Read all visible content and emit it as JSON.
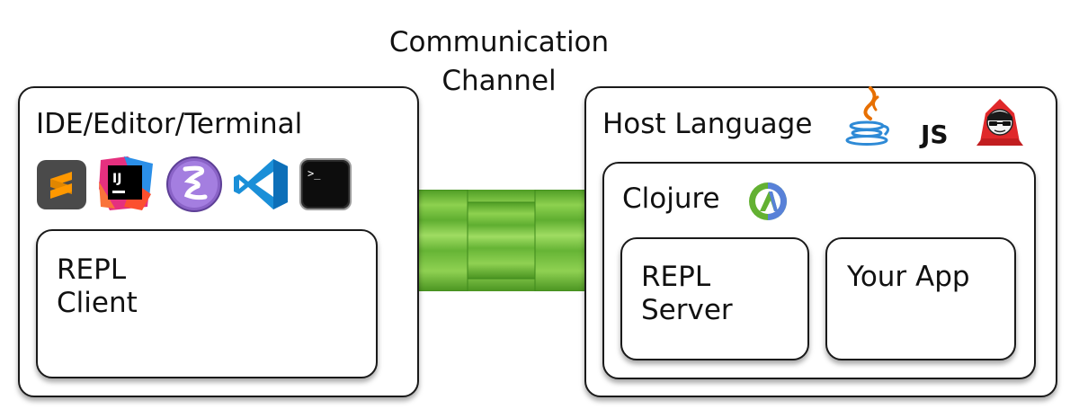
{
  "channel": {
    "line1": "Communication",
    "line2": "Channel"
  },
  "left": {
    "title": "IDE/Editor/Terminal",
    "repl_client": {
      "line1": "REPL",
      "line2": "Client"
    },
    "icons": [
      "sublime-text-icon",
      "intellij-icon",
      "emacs-icon",
      "vscode-icon",
      "terminal-icon"
    ],
    "intellij_text": "IJ",
    "terminal_text": ">_"
  },
  "right": {
    "title": "Host Language",
    "js_label": "JS",
    "icons": [
      "java-icon",
      "js-icon",
      "clojurescript-icon"
    ],
    "clojure": {
      "title": "Clojure",
      "repl_server": {
        "line1": "REPL",
        "line2": "Server"
      },
      "app": "Your App"
    }
  },
  "colors": {
    "pipe_green": "#7cc542",
    "pipe_light": "#9ad65b",
    "pipe_dark": "#4e9a24",
    "border": "#1a1a1a"
  }
}
